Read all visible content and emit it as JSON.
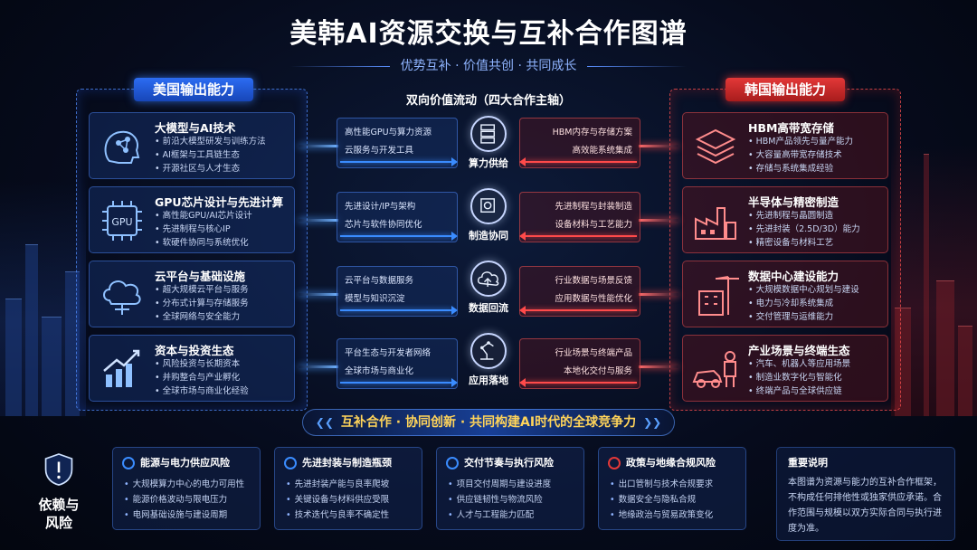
{
  "header": {
    "title": "美韩AI资源交换与互补合作图谱",
    "subtitle": "优势互补 · 价值共创 · 共同成长"
  },
  "us_panel": {
    "label": "美国输出能力",
    "items": [
      {
        "name": "大模型与AI技术",
        "icon": "brain-circuit-icon",
        "points": [
          "前沿大模型研发与训练方法",
          "AI框架与工具链生态",
          "开源社区与人才生态"
        ]
      },
      {
        "name": "GPU芯片设计与先进计算",
        "icon": "gpu-chip-icon",
        "points": [
          "高性能GPU/AI芯片设计",
          "先进制程与核心IP",
          "软硬件协同与系统优化"
        ]
      },
      {
        "name": "云平台与基础设施",
        "icon": "cloud-icon",
        "points": [
          "超大规模云平台与服务",
          "分布式计算与存储服务",
          "全球网络与安全能力"
        ]
      },
      {
        "name": "资本与投资生态",
        "icon": "growth-chart-icon",
        "points": [
          "风险投资与长期资本",
          "并购整合与产业孵化",
          "全球市场与商业化经验"
        ]
      }
    ]
  },
  "kr_panel": {
    "label": "韩国输出能力",
    "items": [
      {
        "name": "HBM高带宽存储",
        "icon": "memory-stack-icon",
        "points": [
          "HBM产品领先与量产能力",
          "大容量高带宽存储技术",
          "存储与系统集成经验"
        ]
      },
      {
        "name": "半导体与精密制造",
        "icon": "factory-icon",
        "points": [
          "先进制程与晶圆制造",
          "先进封装（2.5D/3D）能力",
          "精密设备与材料工艺"
        ]
      },
      {
        "name": "数据中心建设能力",
        "icon": "building-crane-icon",
        "points": [
          "大规模数据中心规划与建设",
          "电力与冷却系统集成",
          "交付管理与运维能力"
        ]
      },
      {
        "name": "产业场景与终端生态",
        "icon": "car-robot-icon",
        "points": [
          "汽车、机器人等应用场景",
          "制造业数字化与智能化",
          "终端产品与全球供应链"
        ]
      }
    ]
  },
  "center": {
    "heading": "双向价值流动（四大合作主轴）",
    "axes": [
      {
        "label": "算力供给",
        "icon": "server-rack-icon",
        "us": [
          "高性能GPU与算力资源",
          "云服务与开发工具"
        ],
        "kr": [
          "HBM内存与存储方案",
          "高效能系统集成"
        ]
      },
      {
        "label": "制造协同",
        "icon": "chip-gear-icon",
        "us": [
          "先进设计/IP与架构",
          "芯片与软件协同优化"
        ],
        "kr": [
          "先进制程与封装制造",
          "设备材料与工艺能力"
        ]
      },
      {
        "label": "数据回流",
        "icon": "cloud-upload-icon",
        "us": [
          "云平台与数据服务",
          "模型与知识沉淀"
        ],
        "kr": [
          "行业数据与场景反馈",
          "应用数据与性能优化"
        ]
      },
      {
        "label": "应用落地",
        "icon": "robot-arm-icon",
        "us": [
          "平台生态与开发者网络",
          "全球市场与商业化"
        ],
        "kr": [
          "行业场景与终端产品",
          "本地化交付与服务"
        ]
      }
    ]
  },
  "slogan": "互补合作 · 协同创新 · 共同构建AI时代的全球竞争力",
  "risks": {
    "heading_line1": "依赖与",
    "heading_line2": "风险",
    "items": [
      {
        "title": "能源与电力供应风险",
        "icon": "energy-icon",
        "color": "#3a8cff",
        "points": [
          "大规模算力中心的电力可用性",
          "能源价格波动与限电压力",
          "电网基础设施与建设周期"
        ]
      },
      {
        "title": "先进封装与制造瓶颈",
        "icon": "worker-icon",
        "color": "#3a8cff",
        "points": [
          "先进封装产能与良率爬坡",
          "关键设备与材料供应受限",
          "技术迭代与良率不确定性"
        ]
      },
      {
        "title": "交付节奏与执行风险",
        "icon": "network-icon",
        "color": "#3a8cff",
        "points": [
          "项目交付周期与建设进度",
          "供应链韧性与物流风险",
          "人才与工程能力匹配"
        ]
      },
      {
        "title": "政策与地缘合规风险",
        "icon": "policy-icon",
        "color": "#e33838",
        "points": [
          "出口管制与技术合规要求",
          "数据安全与隐私合规",
          "地缘政治与贸易政策变化"
        ]
      }
    ]
  },
  "note": {
    "title": "重要说明",
    "body": "本图谱为资源与能力的互补合作框架，不构成任何排他性或独家供应承诺。合作范围与规模以双方实际合同与执行进度为准。"
  },
  "colors": {
    "us_accent": "#2c6cf2",
    "kr_accent": "#e33838",
    "slogan_text": "#ffd45a"
  }
}
